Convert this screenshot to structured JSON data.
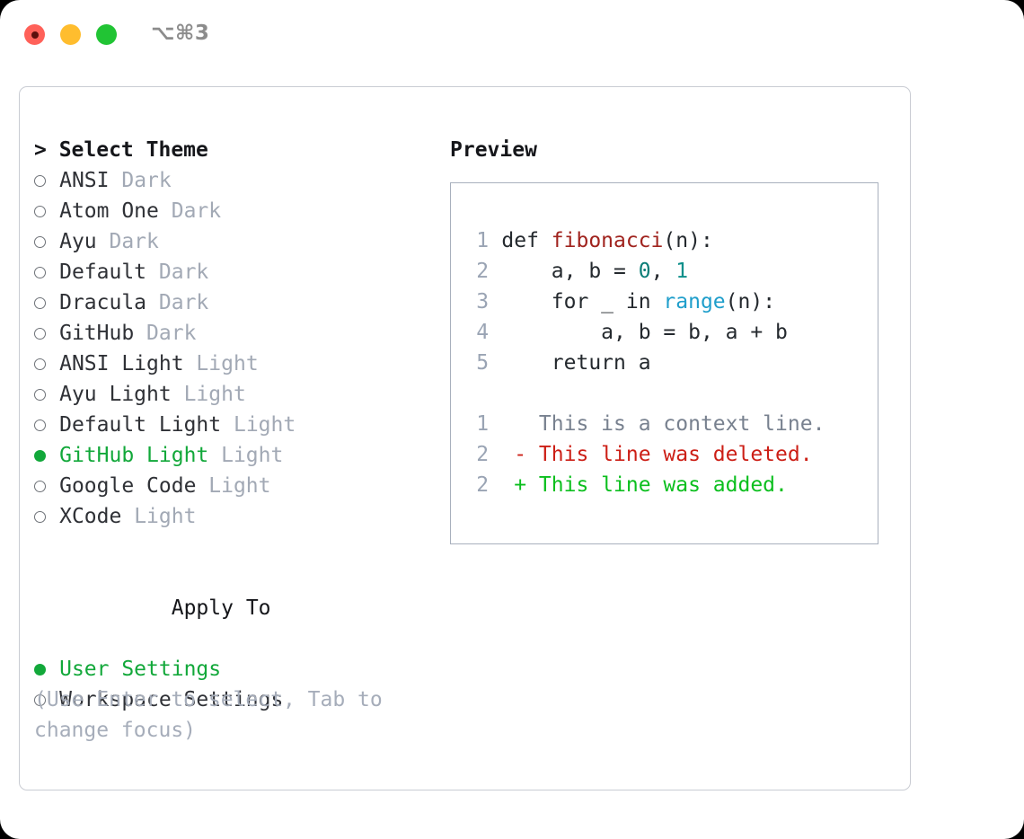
{
  "titlebar": {
    "shortcut": "⌥⌘3",
    "lights": [
      "close-red",
      "minimize-yellow",
      "zoom-green"
    ]
  },
  "theme_selector": {
    "header": "> Select Theme",
    "items": [
      {
        "marker": "○",
        "name": "ANSI",
        "variant": "Dark",
        "selected": false
      },
      {
        "marker": "○",
        "name": "Atom One",
        "variant": "Dark",
        "selected": false
      },
      {
        "marker": "○",
        "name": "Ayu",
        "variant": "Dark",
        "selected": false
      },
      {
        "marker": "○",
        "name": "Default",
        "variant": "Dark",
        "selected": false
      },
      {
        "marker": "○",
        "name": "Dracula",
        "variant": "Dark",
        "selected": false
      },
      {
        "marker": "○",
        "name": "GitHub",
        "variant": "Dark",
        "selected": false
      },
      {
        "marker": "○",
        "name": "ANSI Light",
        "variant": "Light",
        "selected": false
      },
      {
        "marker": "○",
        "name": "Ayu Light",
        "variant": "Light",
        "selected": false
      },
      {
        "marker": "○",
        "name": "Default Light",
        "variant": "Light",
        "selected": false
      },
      {
        "marker": "●",
        "name": "GitHub Light",
        "variant": "Light",
        "selected": true
      },
      {
        "marker": "○",
        "name": "Google Code",
        "variant": "Light",
        "selected": false
      },
      {
        "marker": "○",
        "name": "XCode",
        "variant": "Light",
        "selected": false
      }
    ]
  },
  "apply_to": {
    "header": "Apply To",
    "items": [
      {
        "marker": "●",
        "name": "User Settings",
        "selected": true
      },
      {
        "marker": "○",
        "name": "Workspace Settings",
        "selected": false
      }
    ]
  },
  "hint": "(Use Enter to select, Tab to change focus)",
  "preview": {
    "title": "Preview",
    "code_lines": [
      {
        "num": "1",
        "segments": [
          {
            "text": "def ",
            "tok": "plain"
          },
          {
            "text": "fibonacci",
            "tok": "fn"
          },
          {
            "text": "(n):",
            "tok": "plain"
          }
        ]
      },
      {
        "num": "2",
        "segments": [
          {
            "text": "    a, b = ",
            "tok": "plain"
          },
          {
            "text": "0",
            "tok": "num0"
          },
          {
            "text": ", ",
            "tok": "plain"
          },
          {
            "text": "1",
            "tok": "num1"
          }
        ]
      },
      {
        "num": "3",
        "segments": [
          {
            "text": "    for _ in ",
            "tok": "plain"
          },
          {
            "text": "range",
            "tok": "builtin"
          },
          {
            "text": "(n):",
            "tok": "plain"
          }
        ]
      },
      {
        "num": "4",
        "segments": [
          {
            "text": "        a, b = b, a + b",
            "tok": "plain"
          }
        ]
      },
      {
        "num": "5",
        "segments": [
          {
            "text": "    return a",
            "tok": "plain"
          }
        ]
      }
    ],
    "diff_lines": [
      {
        "num": "1",
        "prefix": "  ",
        "text": "This is a context line.",
        "kind": "ctx"
      },
      {
        "num": "2",
        "prefix": "- ",
        "text": "This line was deleted.",
        "kind": "del"
      },
      {
        "num": "2",
        "prefix": "+ ",
        "text": "This line was added.",
        "kind": "add"
      }
    ]
  },
  "colors": {
    "accent_green": "#12a83a",
    "muted": "#a2a9b5",
    "diff_add": "#0bbf1e",
    "diff_del": "#cc1f16",
    "fn_red": "#a0231e",
    "builtin_blue": "#1f9ecb",
    "number_teal": "#0a7d77"
  }
}
